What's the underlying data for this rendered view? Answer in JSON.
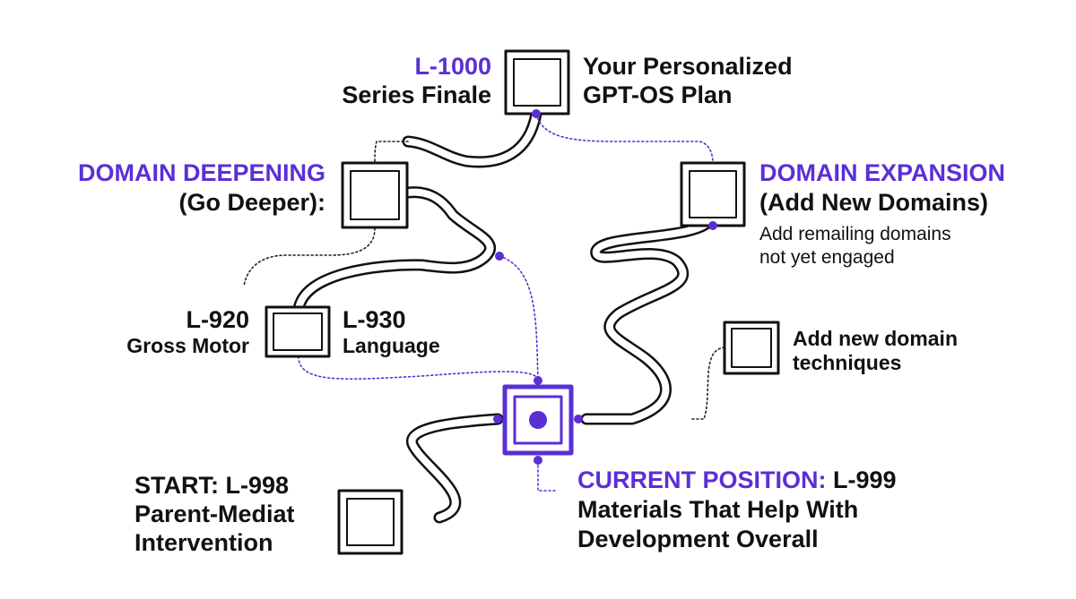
{
  "colors": {
    "accent": "#5a2fd6",
    "ink": "#111111",
    "background": "#ffffff"
  },
  "finale": {
    "code": "L-1000",
    "subtitle": "Series Finale",
    "plan_line1": "Your Personalized",
    "plan_line2": "GPT-OS Plan"
  },
  "deepening": {
    "title": "DOMAIN DEEPENING",
    "subtitle": "(Go Deeper):"
  },
  "expansion": {
    "title": "DOMAIN EXPANSION",
    "subtitle": "(Add New Domains)",
    "note_line1": "Add remailing domains",
    "note_line2": "not yet engaged"
  },
  "gross_motor": {
    "code": "L-920",
    "name": "Gross Motor"
  },
  "language": {
    "code": "L-930",
    "name": "Language"
  },
  "techniques": {
    "line1": "Add new domain",
    "line2": "techniques"
  },
  "start": {
    "line1": "START: L-998",
    "line2": "Parent-Mediat",
    "line3": "Intervention"
  },
  "current": {
    "prefix": "CURRENT POSITION:",
    "code": " L-999",
    "line2": "Materials That Help With",
    "line3": "Development Overall"
  }
}
